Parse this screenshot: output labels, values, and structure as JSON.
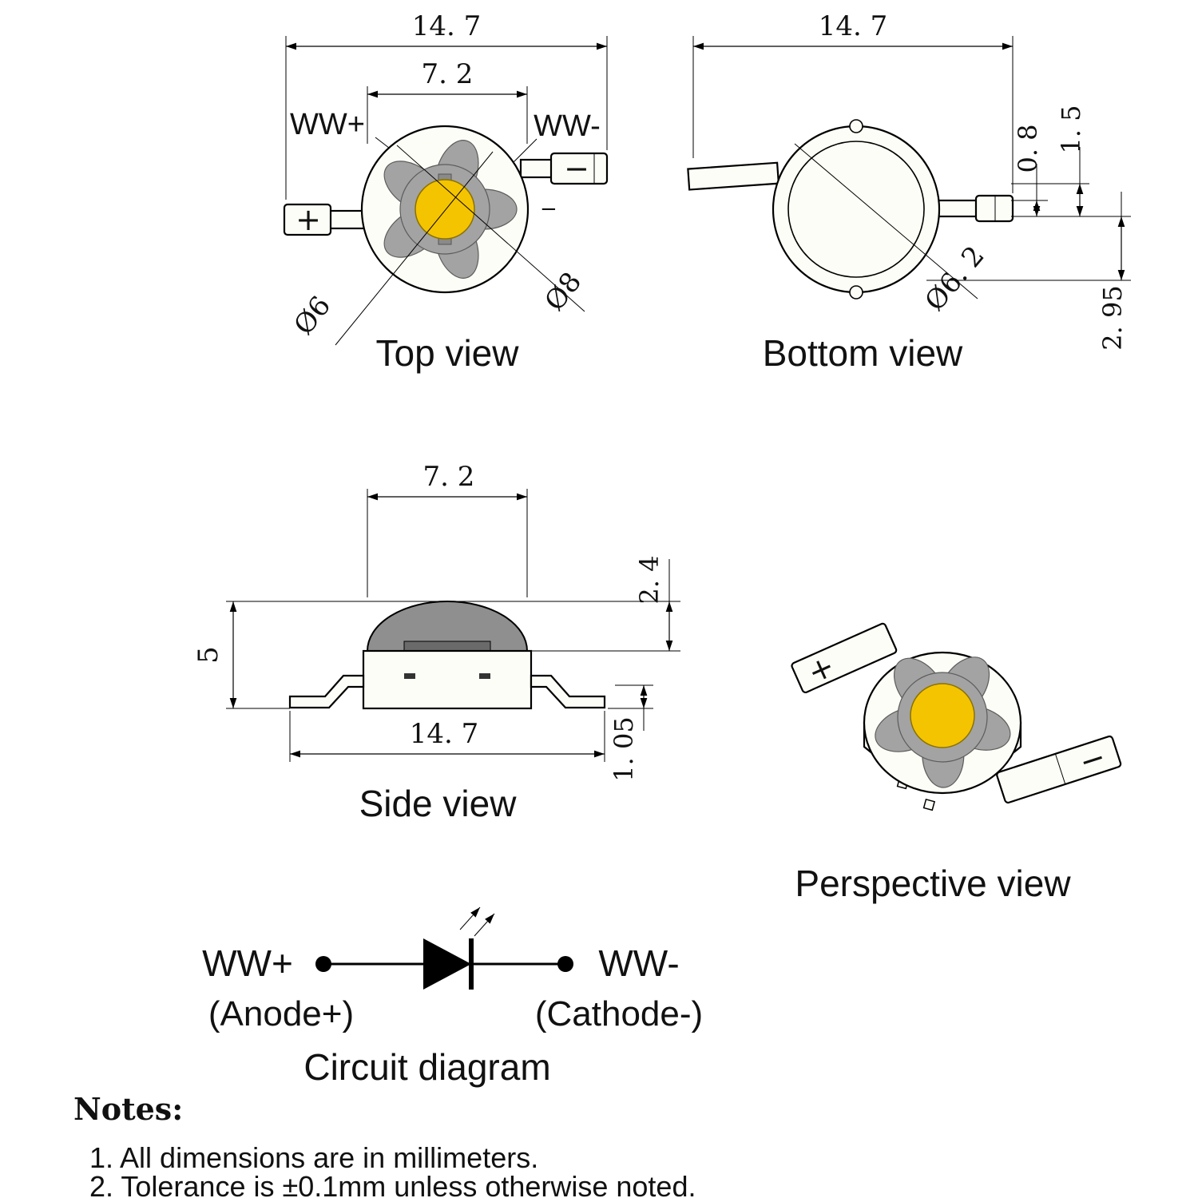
{
  "colors": {
    "line": "#000000",
    "die_yellow": "#f5c400",
    "reflector_gray": "#a3a3a3",
    "dome_gray": "#8f8f8f"
  },
  "views": {
    "top": {
      "title": "Top view",
      "dims": {
        "overall_width": "14. 7",
        "inner_width": "7. 2",
        "reflector_diameter": "Ø6",
        "ring_diameter": "Ø8"
      },
      "labels": {
        "anode": "WW+",
        "cathode": "WW-",
        "plus": "+",
        "minus": "−",
        "polarity_mark": "−"
      }
    },
    "bottom": {
      "title": "Bottom view",
      "dims": {
        "overall_width": "14. 7",
        "lead_thickness": "0. 8",
        "lead_offset": "1. 5",
        "lead_height": "2. 95",
        "slug_diameter": "Ø6. 2"
      }
    },
    "side": {
      "title": "Side view",
      "dims": {
        "dome_width": "7. 2",
        "overall_height": "5",
        "overall_width": "14. 7",
        "dome_height": "2. 4",
        "lead_standoff": "1. 05"
      }
    },
    "perspective": {
      "title": "Perspective view",
      "labels": {
        "plus": "+",
        "minus": "−"
      }
    }
  },
  "circuit": {
    "title": "Circuit diagram",
    "anode_label": "WW+",
    "anode_sub": "(Anode+)",
    "cathode_label": "WW-",
    "cathode_sub": "(Cathode-)"
  },
  "notes": {
    "heading": "Notes:",
    "items": [
      "1. All dimensions are in millimeters.",
      "2. Tolerance is  ±0.1mm unless otherwise noted."
    ]
  }
}
